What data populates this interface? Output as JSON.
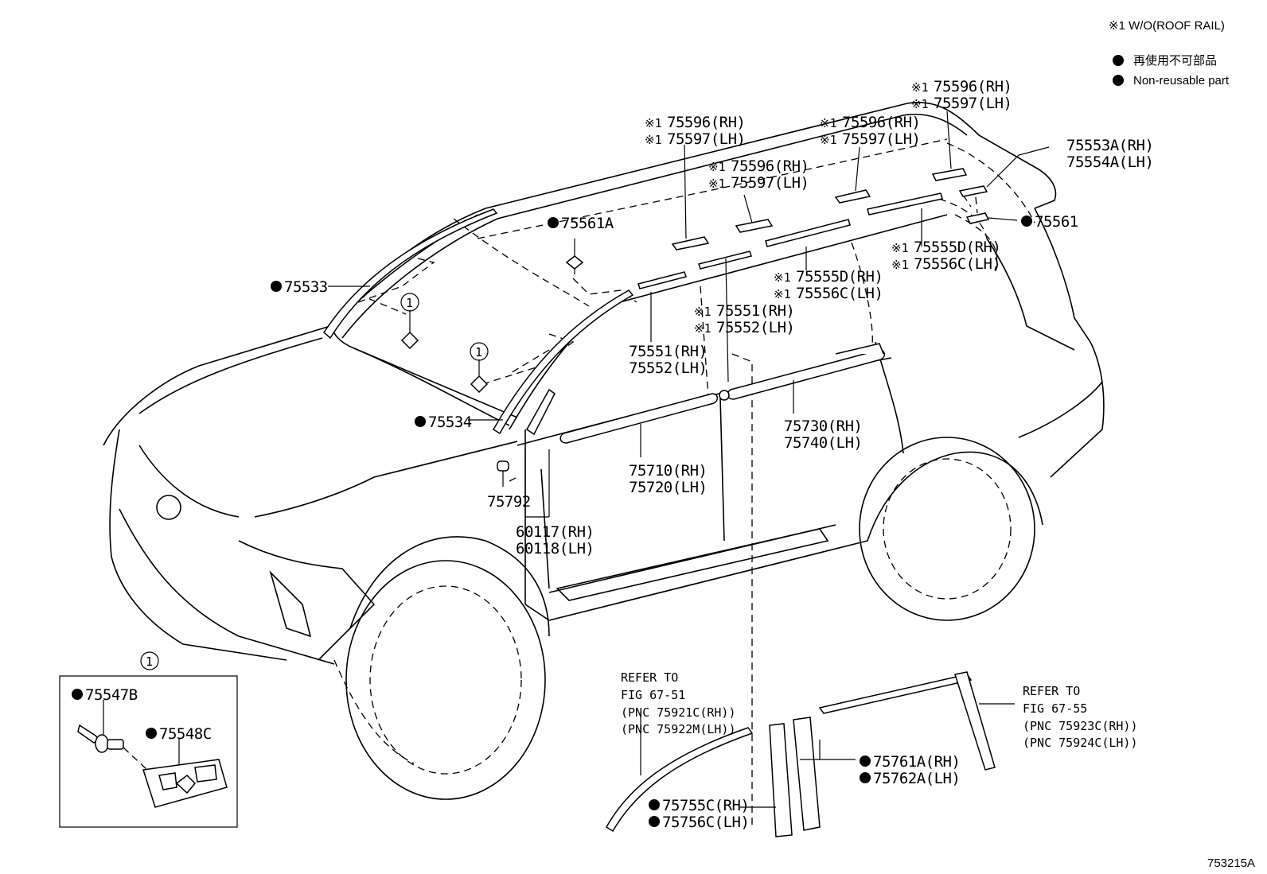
{
  "legend": {
    "roof_rail_note": "※1 W/O(ROOF RAIL)",
    "non_reusable_jp": "再使用不可部品",
    "non_reusable_en": "Non-reusable part"
  },
  "figure_id": "753215A",
  "circle_ref": "1",
  "callouts": {
    "p75596_a_rh": "75596(RH)",
    "p75597_a_lh": "75597(LH)",
    "p75596_b_rh": "75596(RH)",
    "p75597_b_lh": "75597(LH)",
    "p75596_c_rh": "75596(RH)",
    "p75597_c_lh": "75597(LH)",
    "p75596_d_rh": "75596(RH)",
    "p75597_d_lh": "75597(LH)",
    "p75553a_rh": "75553A(RH)",
    "p75554a_lh": "75554A(LH)",
    "p75561": "75561",
    "p75561a": "75561A",
    "p75533": "75533",
    "p75555d_a_rh": "75555D(RH)",
    "p75556c_a_lh": "75556C(LH)",
    "p75555d_b_rh": "75555D(RH)",
    "p75556c_b_lh": "75556C(LH)",
    "p75551_a_rh": "75551(RH)",
    "p75552_a_lh": "75552(LH)",
    "p75551_b_rh": "75551(RH)",
    "p75552_b_lh": "75552(LH)",
    "p75534": "75534",
    "p75730_rh": "75730(RH)",
    "p75740_lh": "75740(LH)",
    "p75710_rh": "75710(RH)",
    "p75720_lh": "75720(LH)",
    "p75792": "75792",
    "p60117_rh": "60117(RH)",
    "p60118_lh": "60118(LH)",
    "p75547b": "75547B",
    "p75548c": "75548C",
    "p75761a_rh": "75761A(RH)",
    "p75762a_lh": "75762A(LH)",
    "p75755c_rh": "75755C(RH)",
    "p75756c_lh": "75756C(LH)"
  },
  "refer_left": {
    "line1": "REFER TO",
    "line2": "FIG 67-51",
    "line3": "(PNC 75921C(RH))",
    "line4": "(PNC 75922M(LH))"
  },
  "refer_right": {
    "line1": "REFER TO",
    "line2": "FIG 67-55",
    "line3": "(PNC 75923C(RH))",
    "line4": "(PNC 75924C(LH))"
  },
  "mark": "※1"
}
